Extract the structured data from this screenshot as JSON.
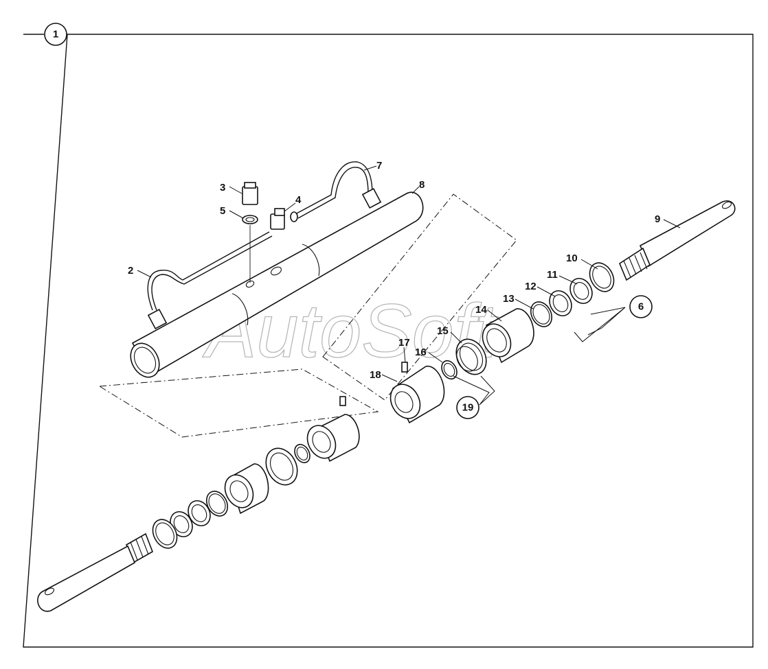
{
  "watermark": "AutoSoft",
  "frame_callout": "1",
  "callouts": [
    {
      "id": "callout-6",
      "text": "6"
    },
    {
      "id": "callout-19",
      "text": "19"
    }
  ],
  "labels": {
    "p2": "2",
    "p3": "3",
    "p4": "4",
    "p5": "5",
    "p7": "7",
    "p8": "8",
    "p9": "9",
    "p10": "10",
    "p11": "11",
    "p12": "12",
    "p13": "13",
    "p14": "14",
    "p15": "15",
    "p16": "16",
    "p17": "17",
    "p18": "18"
  }
}
